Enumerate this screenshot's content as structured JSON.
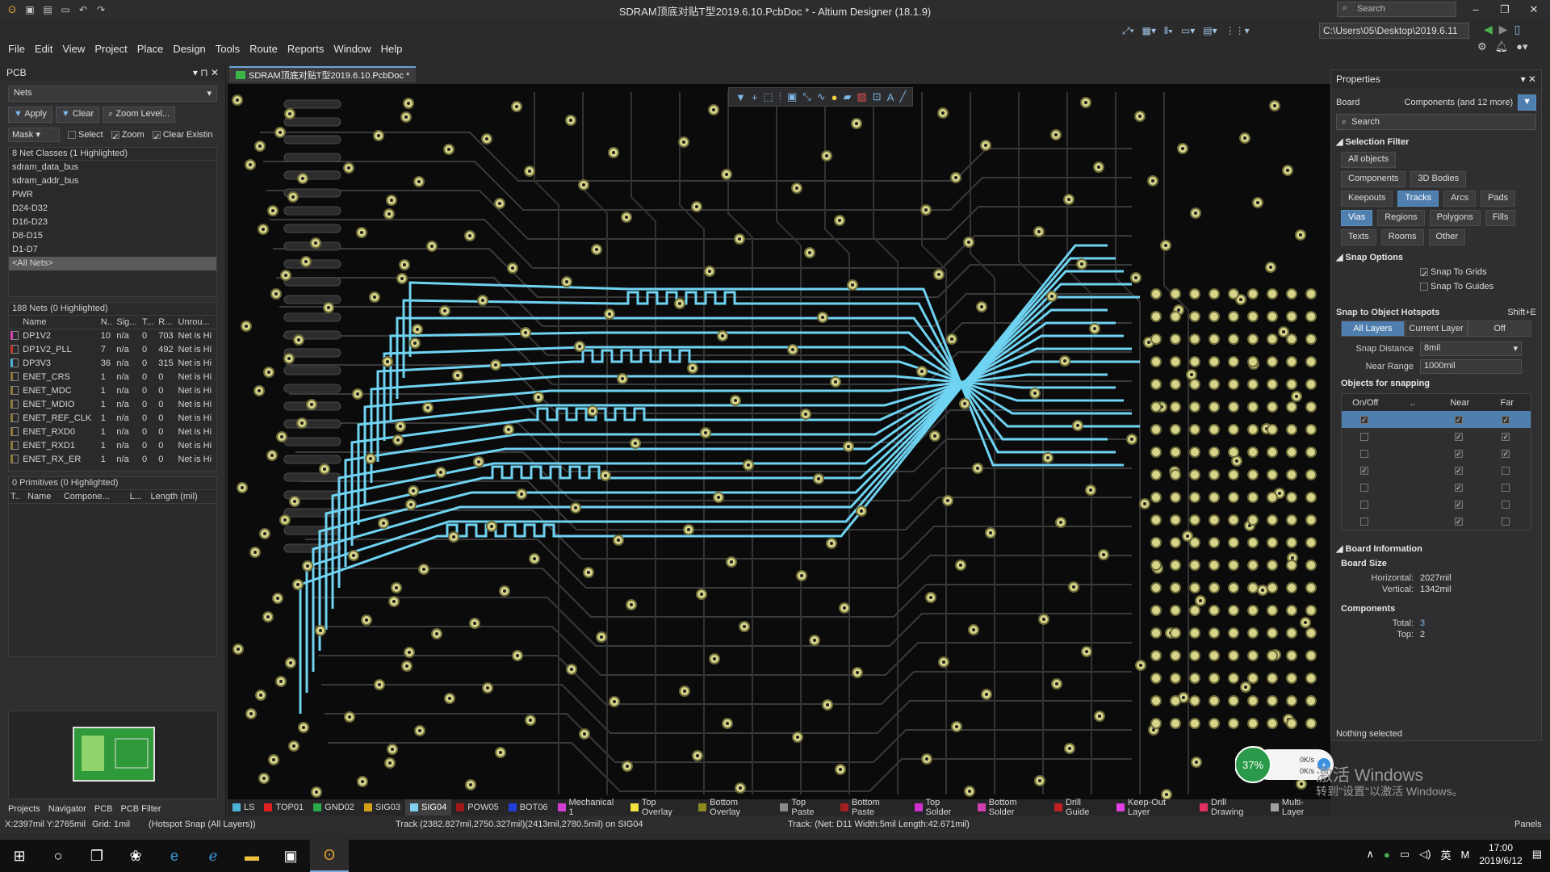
{
  "app": {
    "title": "SDRAM顶底对贴T型2019.6.10.PcbDoc * - Altium Designer (18.1.9)",
    "search_placeholder": "Search",
    "path": "C:\\Users\\05\\Desktop\\2019.6.11"
  },
  "menu": [
    "File",
    "Edit",
    "View",
    "Project",
    "Place",
    "Design",
    "Tools",
    "Route",
    "Reports",
    "Window",
    "Help"
  ],
  "left_panel": {
    "title": "PCB",
    "mode": "Nets",
    "buttons": {
      "apply": "Apply",
      "clear": "Clear",
      "zoom_level": "Zoom Level..."
    },
    "mask": "Mask",
    "select": "Select",
    "zoom": "Zoom",
    "clear_existing": "Clear Existin",
    "classes_header": "8 Net Classes (1 Highlighted)",
    "classes": [
      "sdram_data_bus",
      "sdram_addr_bus",
      "PWR",
      "D24-D32",
      "D16-D23",
      "D8-D15",
      "D1-D7",
      "<All Nets>"
    ],
    "nets_header": "188 Nets (0 Highlighted)",
    "net_columns": [
      "Name",
      "N..",
      "Sig...",
      "T...",
      "R...",
      "Unrou..."
    ],
    "nets": [
      {
        "name": "DP1V2",
        "n": "10",
        "sig": "n/a",
        "t": "0",
        "r": "703",
        "unrouted": "Net is Hi",
        "color": "#d63fb0"
      },
      {
        "name": "DP1V2_PLL",
        "n": "7",
        "sig": "n/a",
        "t": "0",
        "r": "492",
        "unrouted": "Net is Hi",
        "color": "#c0392b"
      },
      {
        "name": "DP3V3",
        "n": "36",
        "sig": "n/a",
        "t": "0",
        "r": "315",
        "unrouted": "Net is Hi",
        "color": "#4bb3d6"
      },
      {
        "name": "ENET_CRS",
        "n": "1",
        "sig": "n/a",
        "t": "0",
        "r": "0",
        "unrouted": "Net is Hi",
        "color": "#8a7a3a"
      },
      {
        "name": "ENET_MDC",
        "n": "1",
        "sig": "n/a",
        "t": "0",
        "r": "0",
        "unrouted": "Net is Hi",
        "color": "#8a7a3a"
      },
      {
        "name": "ENET_MDIO",
        "n": "1",
        "sig": "n/a",
        "t": "0",
        "r": "0",
        "unrouted": "Net is Hi",
        "color": "#8a7a3a"
      },
      {
        "name": "ENET_REF_CLK",
        "n": "1",
        "sig": "n/a",
        "t": "0",
        "r": "0",
        "unrouted": "Net is Hi",
        "color": "#8a7a3a"
      },
      {
        "name": "ENET_RXD0",
        "n": "1",
        "sig": "n/a",
        "t": "0",
        "r": "0",
        "unrouted": "Net is Hi",
        "color": "#8a7a3a"
      },
      {
        "name": "ENET_RXD1",
        "n": "1",
        "sig": "n/a",
        "t": "0",
        "r": "0",
        "unrouted": "Net is Hi",
        "color": "#8a7a3a"
      },
      {
        "name": "ENET_RX_ER",
        "n": "1",
        "sig": "n/a",
        "t": "0",
        "r": "0",
        "unrouted": "Net is Hi",
        "color": "#8a7a3a"
      }
    ],
    "primitives_header": "0 Primitives (0 Highlighted)",
    "prim_columns": [
      "T..",
      "Name",
      "Compone...",
      "L...",
      "Length (mil)"
    ],
    "bottom_tabs": [
      "Projects",
      "Navigator",
      "PCB",
      "PCB Filter"
    ]
  },
  "doc_tab": "SDRAM顶底对贴T型2019.6.10.PcbDoc *",
  "layers": [
    {
      "name": "LS",
      "color": "#4bb3d6"
    },
    {
      "name": "TOP01",
      "color": "#e02020"
    },
    {
      "name": "GND02",
      "color": "#2aa84a"
    },
    {
      "name": "SIG03",
      "color": "#d4a017"
    },
    {
      "name": "SIG04",
      "color": "#7fd0f0",
      "active": true
    },
    {
      "name": "POW05",
      "color": "#a01818"
    },
    {
      "name": "BOT06",
      "color": "#1e3fd8"
    },
    {
      "name": "Mechanical 1",
      "color": "#d23fd2"
    },
    {
      "name": "Top Overlay",
      "color": "#f0e040"
    },
    {
      "name": "Bottom Overlay",
      "color": "#8a8a20"
    },
    {
      "name": "Top Paste",
      "color": "#8a8a8a"
    },
    {
      "name": "Bottom Paste",
      "color": "#a02020"
    },
    {
      "name": "Top Solder",
      "color": "#d030d0"
    },
    {
      "name": "Bottom Solder",
      "color": "#d040b0"
    },
    {
      "name": "Drill Guide",
      "color": "#c02020"
    },
    {
      "name": "Keep-Out Layer",
      "color": "#e040e0"
    },
    {
      "name": "Drill Drawing",
      "color": "#e03060"
    },
    {
      "name": "Multi-Layer",
      "color": "#a0a0a0"
    }
  ],
  "status": {
    "coords": "X:2397mil Y:2765mil",
    "grid": "Grid: 1mil",
    "snap": "(Hotspot Snap (All Layers))",
    "track": "Track (2382.827mil,2750.327mil)(2413mil,2780.5mil) on SIG04",
    "track_info": "Track: (Net: D11 Width:5mil Length:42.671mil)",
    "panels": "Panels"
  },
  "properties": {
    "title": "Properties",
    "board": "Board",
    "components_filter": "Components (and 12 more)",
    "search": "Search",
    "selection_filter": "Selection Filter",
    "filter_buttons": [
      [
        {
          "label": "All objects",
          "on": false
        }
      ],
      [
        {
          "label": "Components",
          "on": false
        },
        {
          "label": "3D Bodies",
          "on": false
        }
      ],
      [
        {
          "label": "Keepouts",
          "on": false
        },
        {
          "label": "Tracks",
          "on": true
        },
        {
          "label": "Arcs",
          "on": false
        },
        {
          "label": "Pads",
          "on": false
        }
      ],
      [
        {
          "label": "Vias",
          "on": true
        },
        {
          "label": "Regions",
          "on": false
        },
        {
          "label": "Polygons",
          "on": false
        },
        {
          "label": "Fills",
          "on": false
        }
      ],
      [
        {
          "label": "Texts",
          "on": false
        },
        {
          "label": "Rooms",
          "on": false
        },
        {
          "label": "Other",
          "on": false
        }
      ]
    ],
    "snap_options": "Snap Options",
    "snap_to_grids": "Snap To Grids",
    "snap_to_guides": "Snap To Guides",
    "snap_to_hotspots": "Snap to Object Hotspots",
    "shortcut": "Shift+E",
    "layer_seg": [
      "All Layers",
      "Current Layer",
      "Off"
    ],
    "snap_distance_label": "Snap Distance",
    "snap_distance": "8mil",
    "near_range_label": "Near Range",
    "near_range": "1000mil",
    "objects_for_snapping": "Objects for snapping",
    "snap_cols": [
      "On/Off",
      "..",
      "Near",
      "Far"
    ],
    "board_info": "Board Information",
    "board_size": "Board Size",
    "horizontal_label": "Horizontal:",
    "horizontal": "2027mil",
    "vertical_label": "Vertical:",
    "vertical": "1342mil",
    "components": "Components",
    "total_label": "Total:",
    "total": "3",
    "top_label": "Top:",
    "top": "2",
    "nothing_selected": "Nothing selected"
  },
  "gauge": {
    "percent": "37%",
    "up": "0K/s",
    "down": "0K/s"
  },
  "watermark": {
    "line1": "激活 Windows",
    "line2": "转到\"设置\"以激活 Windows。"
  },
  "taskbar": {
    "time": "17:00",
    "date": "2019/6/12",
    "ime": "英"
  }
}
